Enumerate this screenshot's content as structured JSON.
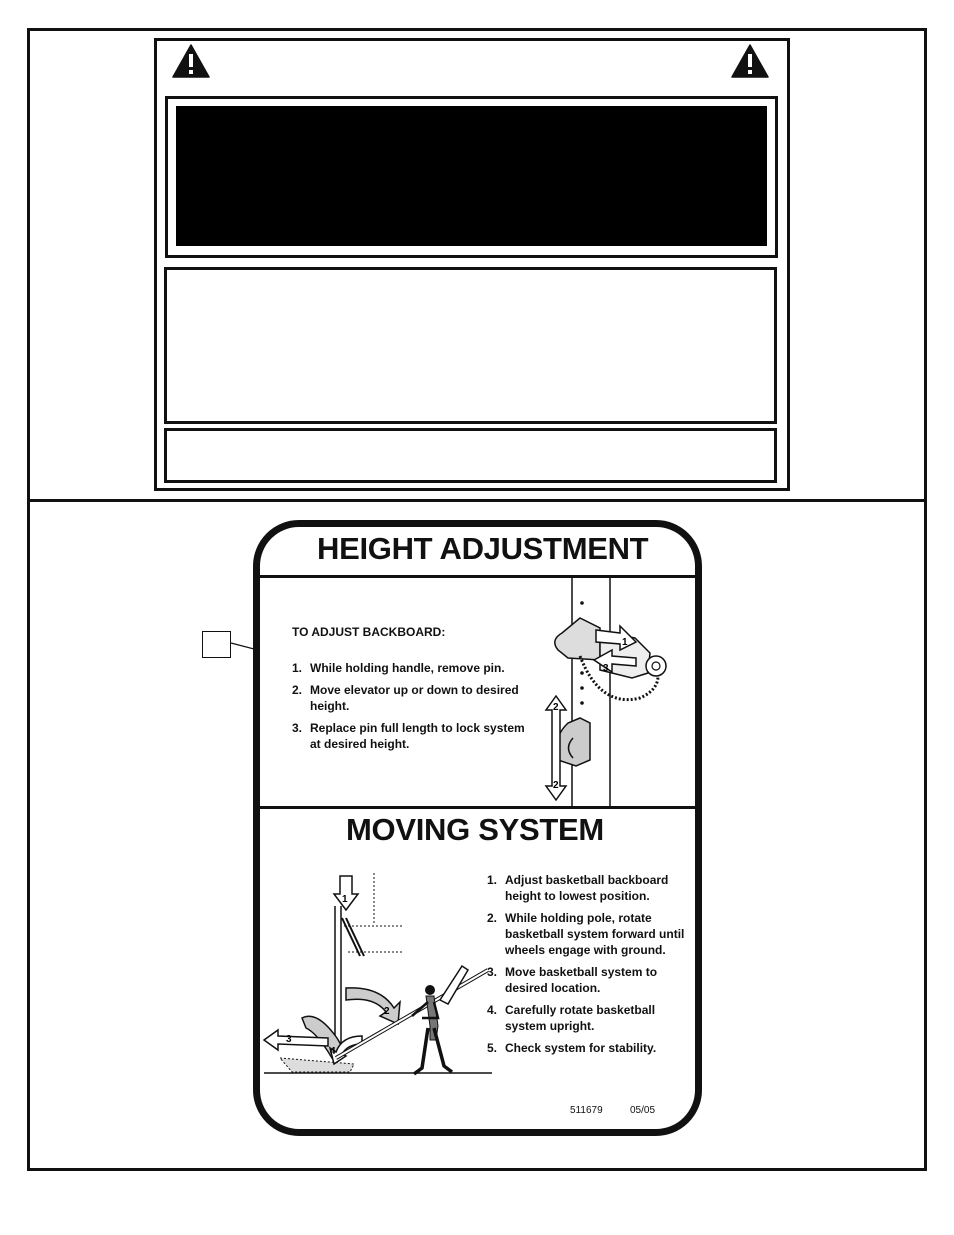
{
  "height_adjustment": {
    "title": "HEIGHT ADJUSTMENT",
    "heading": "TO ADJUST BACKBOARD:",
    "steps": [
      {
        "num": "1.",
        "text": "While holding handle, remove pin."
      },
      {
        "num": "2.",
        "text": "Move elevator up or down to desired height."
      },
      {
        "num": "3.",
        "text": "Replace pin full length to lock system at desired height."
      }
    ],
    "diagram_callouts": [
      "1",
      "2",
      "2",
      "3"
    ]
  },
  "moving_system": {
    "title": "MOVING SYSTEM",
    "steps": [
      {
        "num": "1.",
        "text": "Adjust basketball backboard height to lowest position."
      },
      {
        "num": "2.",
        "text": "While holding pole, rotate basketball system forward until wheels engage with ground."
      },
      {
        "num": "3.",
        "text": "Move basketball system to desired location."
      },
      {
        "num": "4.",
        "text": "Carefully rotate basketball system upright."
      },
      {
        "num": "5.",
        "text": "Check system for stability."
      }
    ],
    "diagram_callouts": [
      "1",
      "2",
      "3",
      "4"
    ]
  },
  "label_footer": {
    "part_number": "511679",
    "date": "05/05"
  },
  "icons": {
    "warning": "warning-triangle-icon"
  },
  "colors": {
    "ink": "#111111",
    "background": "#ffffff"
  }
}
